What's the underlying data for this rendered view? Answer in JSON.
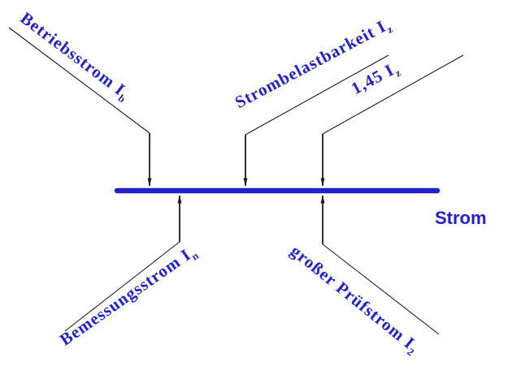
{
  "colors": {
    "accent_blue": "#2222cc",
    "ink": "#1c1c1c",
    "background": "#ffffff"
  },
  "diagram": {
    "axis_label": "Strom",
    "labels": {
      "betriebsstrom": {
        "text": "Betriebsstrom I",
        "sub": "b"
      },
      "strombelastbarkeit": {
        "text": "Strombelastbarkeit I",
        "sub": "z"
      },
      "faktor_145": {
        "text": "1,45 I",
        "sub": "z"
      },
      "bemessungsstrom": {
        "text": "Bemessungsstrom I",
        "sub": "n"
      },
      "grosser_pruefstrom": {
        "text": "großer Prüfstrom I",
        "sub": "2"
      }
    }
  }
}
